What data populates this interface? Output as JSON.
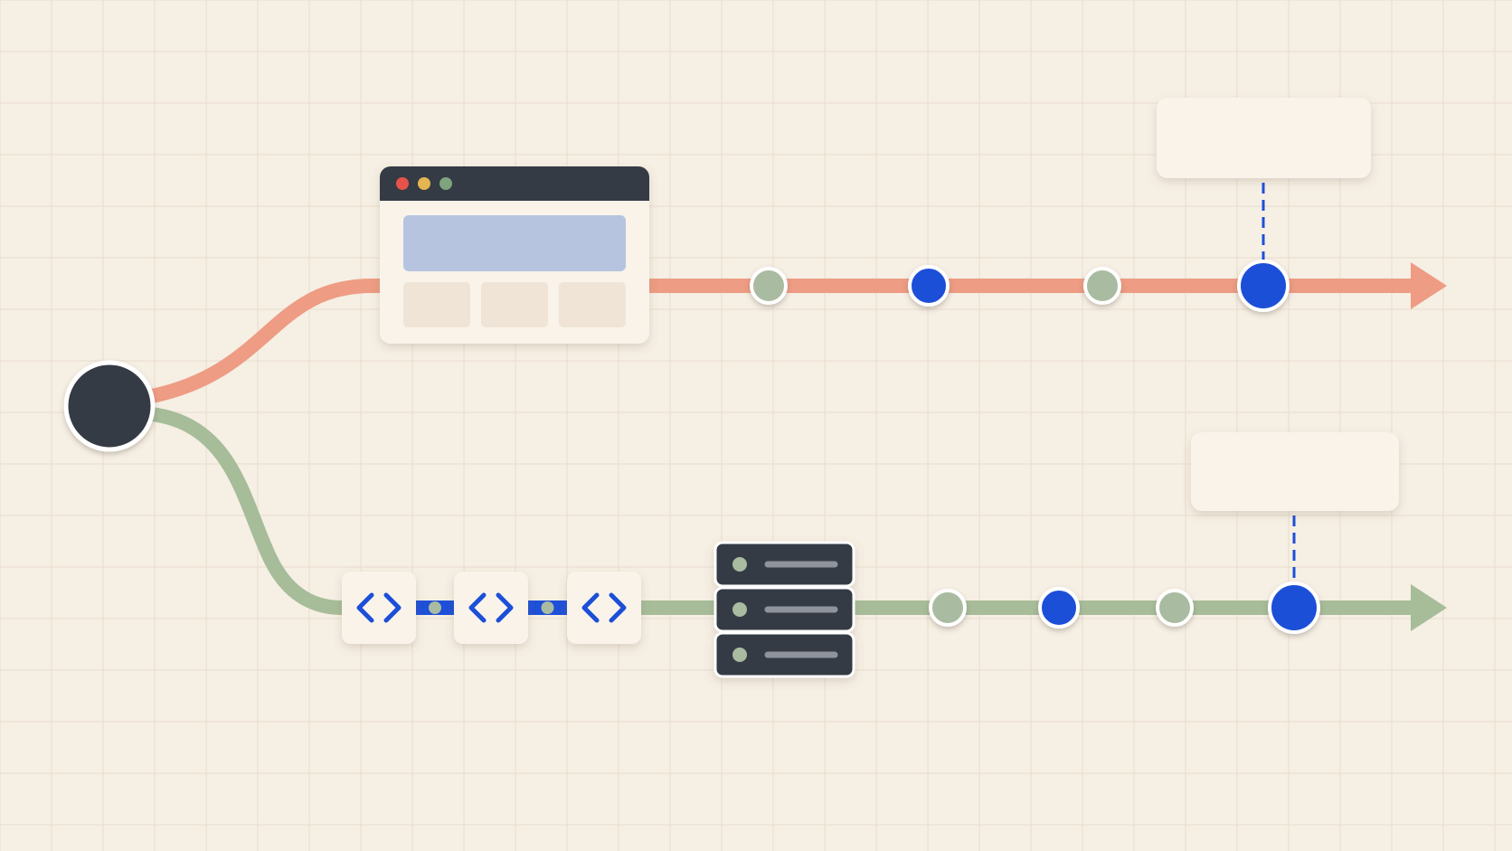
{
  "diagram": {
    "colors": {
      "background": "#f6efe4",
      "grid": "#e8ddcd",
      "frontend_track": "#ee9c84",
      "backend_track": "#a7bc99",
      "origin_node": "#363b45",
      "milestone_blue": "#1d4fd8",
      "checkpoint_sage": "#a9bba0",
      "card": "#f9f3ea",
      "browser_bar": "#363b45",
      "browser_banner": "#b6c4e0",
      "browser_tile": "#efe4d6",
      "window_close": "#e5534b",
      "window_minimize": "#e3b651",
      "window_maximize": "#7ea37e",
      "server": "#363b45",
      "server_led": "#a9bba0",
      "server_bar": "#8e939c",
      "code_glyph": "#1d4fd8"
    },
    "origin": {
      "icon": "origin-node"
    },
    "tracks": [
      {
        "id": "frontend",
        "icon": "browser-window-icon",
        "markers": [
          "checkpoint",
          "milestone",
          "checkpoint",
          "milestone"
        ],
        "callout_text": ""
      },
      {
        "id": "backend",
        "icon": "code-block-icon",
        "icon_count": 3,
        "secondary_icon": "server-stack-icon",
        "server_units": 3,
        "markers": [
          "checkpoint",
          "milestone",
          "checkpoint",
          "milestone"
        ],
        "callout_text": ""
      }
    ]
  }
}
